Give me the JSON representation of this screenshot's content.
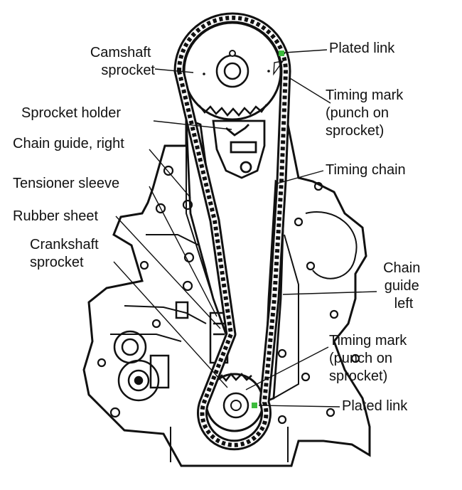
{
  "labels": {
    "camshaft_sprocket": [
      "Camshaft",
      "sprocket"
    ],
    "sprocket_holder": [
      "Sprocket holder"
    ],
    "chain_guide_right": [
      "Chain guide, right"
    ],
    "tensioner_sleeve": [
      "Tensioner sleeve"
    ],
    "rubber_sheet": [
      "Rubber sheet"
    ],
    "crankshaft_sprocket": [
      "Crankshaft",
      "sprocket"
    ],
    "plated_link_top": [
      "Plated link"
    ],
    "timing_mark_top": [
      "Timing mark",
      "(punch on",
      "sprocket)"
    ],
    "timing_chain": [
      "Timing chain"
    ],
    "chain_guide_left": [
      "Chain",
      "guide",
      "left"
    ],
    "timing_mark_bottom": [
      "Timing mark",
      "(punch on",
      "sprocket)"
    ],
    "plated_link_bottom": [
      "Plated link"
    ]
  },
  "colors": {
    "ink": "#111111",
    "plated_link": "#3dbb3d",
    "background": "#ffffff"
  }
}
